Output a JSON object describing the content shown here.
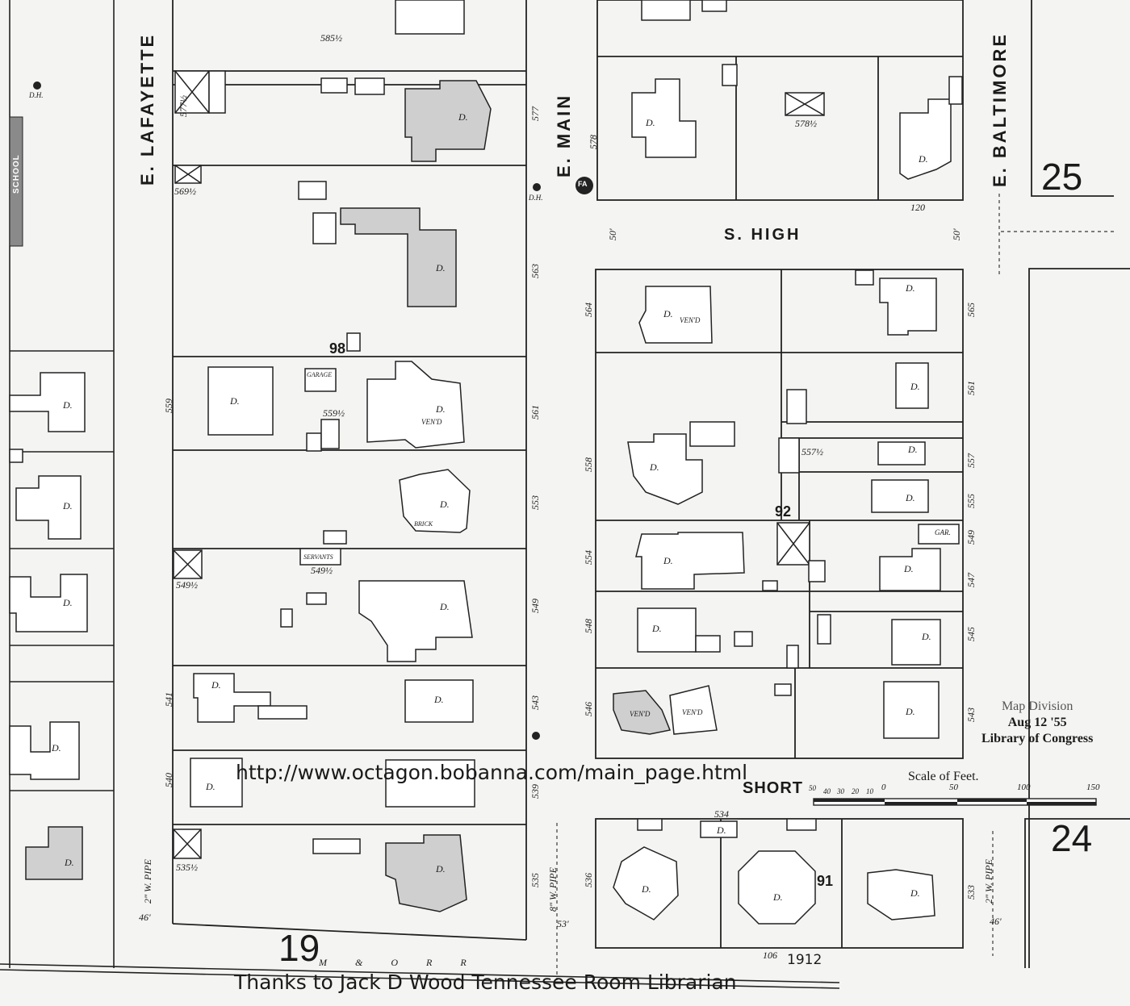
{
  "streets": {
    "lafayette": "E. LAFAYETTE",
    "main": "E. MAIN",
    "baltimore": "E. BALTIMORE",
    "high": "S. HIGH",
    "short": "SHORT"
  },
  "block_numbers": {
    "b25": "25",
    "b24": "24",
    "b19": "19",
    "b98": "98",
    "b92": "92",
    "b91": "91"
  },
  "railroad_label": "M & O R R",
  "scale": {
    "title": "Scale of Feet.",
    "ticks": [
      "50",
      "40",
      "30",
      "20",
      "10",
      "0",
      "50",
      "100",
      "150"
    ]
  },
  "stamp": {
    "line1": "Map Division",
    "line2": "Aug 12 '55",
    "line3": "Library of Congress"
  },
  "year": "1912",
  "url_caption": "http://www.octagon.bobanna.com/main_page.html",
  "credit_caption": "Thanks to Jack D Wood Tennessee Room Librarian",
  "address_numbers": {
    "lafayette_east": [
      "577½",
      "569½",
      "559",
      "549½",
      "541",
      "540",
      "535½"
    ],
    "main_west": [
      "577",
      "563",
      "561",
      "553",
      "549",
      "543",
      "539",
      "535"
    ],
    "main_east": [
      "578",
      "564",
      "558",
      "554",
      "548",
      "546",
      "536"
    ],
    "baltimore_west": [
      "565",
      "561",
      "557",
      "555",
      "549",
      "547",
      "545",
      "543",
      "533"
    ],
    "misc": [
      "585½",
      "578½",
      "559½",
      "549½",
      "557½",
      "534",
      "120",
      "106",
      "50'",
      "50'",
      "46'",
      "46'",
      "53'",
      "2\" W. PIPE",
      "8\" W. PIPE",
      "2\" W. PIPE",
      "D.H.",
      "D.H.",
      "FA"
    ]
  },
  "building_codes": {
    "dwelling": "D.",
    "veranda": "VEN'D",
    "garage": "GARAGE",
    "servants": "SERVANTS",
    "school": "SCHOOL",
    "brick": "BRICK",
    "garage_short": "GAR."
  }
}
